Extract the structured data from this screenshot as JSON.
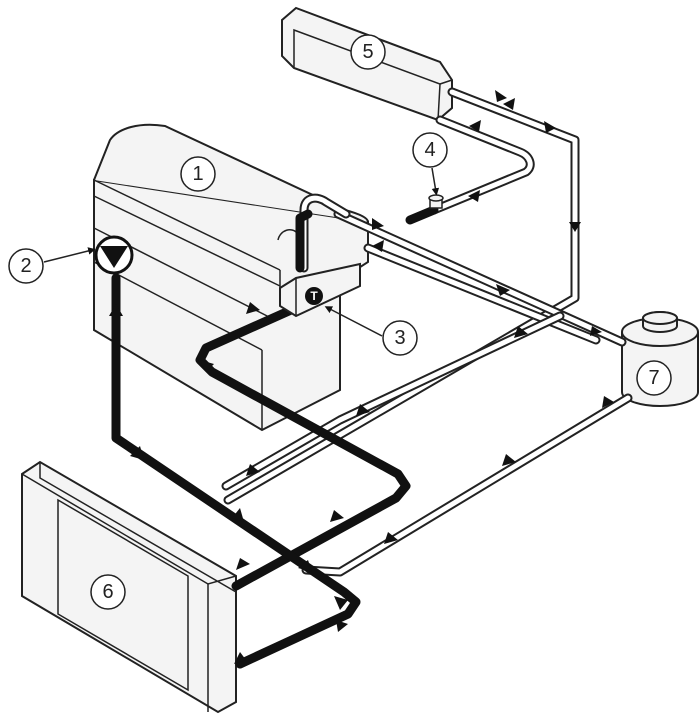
{
  "callouts": [
    {
      "id": "engine",
      "label": "1"
    },
    {
      "id": "water-pump",
      "label": "2"
    },
    {
      "id": "thermostat",
      "label": "3"
    },
    {
      "id": "valve",
      "label": "4"
    },
    {
      "id": "heater-core",
      "label": "5"
    },
    {
      "id": "radiator",
      "label": "6"
    },
    {
      "id": "expansion-tank",
      "label": "7"
    }
  ],
  "thermostat_symbol": "T",
  "colors": {
    "line": "#222222",
    "hot_pipe": "#111111",
    "cold_pipe_fill": "#ffffff",
    "component_fill": "#f4f4f4"
  }
}
